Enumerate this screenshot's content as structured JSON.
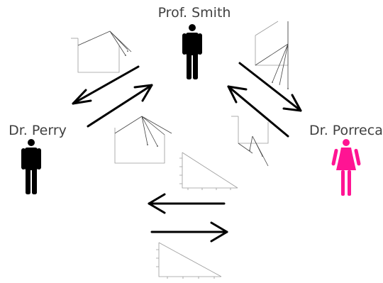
{
  "people": {
    "top": {
      "name": "Prof. Smith",
      "figure_color": "#000000",
      "icon": "man-icon"
    },
    "left": {
      "name": "Dr. Perry",
      "figure_color": "#000000",
      "icon": "man-icon"
    },
    "right": {
      "name": "Dr. Porreca",
      "figure_color": "#ff1493",
      "icon": "woman-icon"
    }
  },
  "arrows": [
    {
      "id": "smith-to-perry",
      "icon": "arrow-icon"
    },
    {
      "id": "perry-to-smith",
      "icon": "arrow-icon"
    },
    {
      "id": "smith-to-porreca",
      "icon": "arrow-icon"
    },
    {
      "id": "porreca-to-smith",
      "icon": "arrow-icon"
    },
    {
      "id": "bottom-leftward",
      "icon": "arrow-icon"
    },
    {
      "id": "bottom-rightward",
      "icon": "arrow-icon"
    }
  ]
}
